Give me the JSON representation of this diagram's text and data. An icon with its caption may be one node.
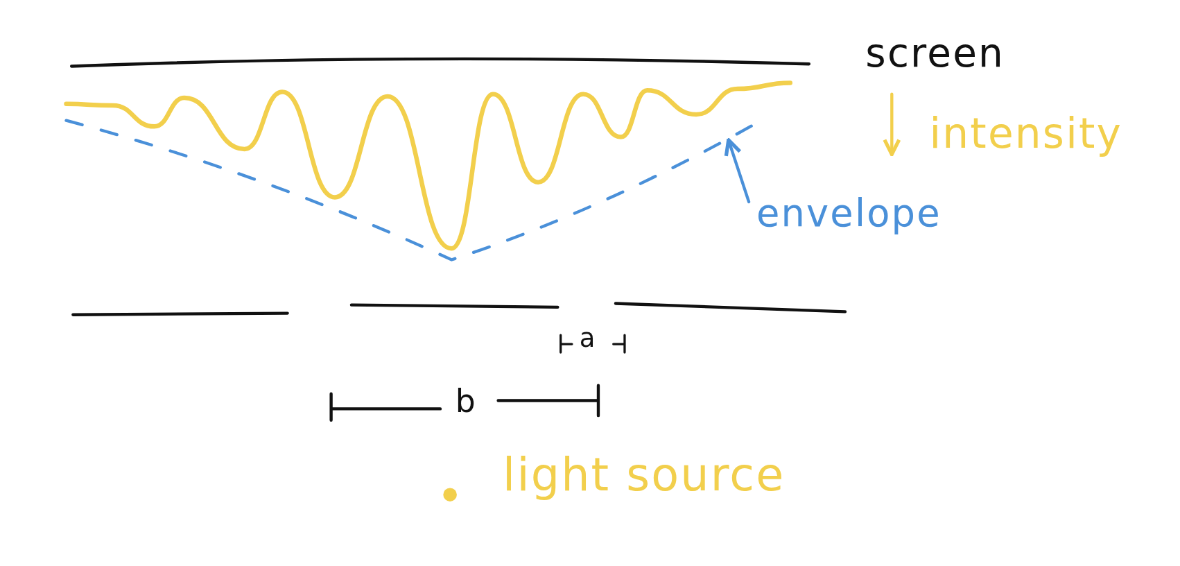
{
  "diagram": {
    "nodes": [
      {
        "text": [
          "envelope"
        ]
      },
      {
        "text": [],
        "shape": "curve"
      }
    ],
    "edges": [
      {
        "from": 0,
        "to": 1,
        "arrow": "to"
      }
    ],
    "labels": [
      "screen",
      "intensity",
      "a",
      "b",
      "light source"
    ]
  }
}
